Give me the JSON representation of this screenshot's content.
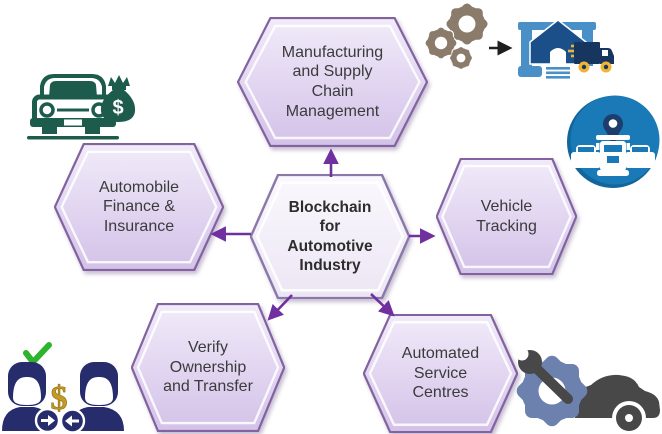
{
  "diagram": {
    "title": "Blockchain for Automotive Industry",
    "center": {
      "label": "Blockchain\nfor\nAutomotive\nIndustry"
    },
    "nodes": [
      {
        "id": "manufacturing",
        "label": "Manufacturing\nand Supply\nChain\nManagement"
      },
      {
        "id": "automobile-finance",
        "label": "Automobile\nFinance &\nInsurance"
      },
      {
        "id": "vehicle-tracking",
        "label": "Vehicle\nTracking"
      },
      {
        "id": "verify-ownership",
        "label": "Verify\nOwnership\nand Transfer"
      },
      {
        "id": "automated-service",
        "label": "Automated\nService\nCentres"
      }
    ],
    "icons": {
      "car_finance": {
        "name": "car-money-bag-icon",
        "symbol": "$"
      },
      "manufacturing_flow": {
        "name": "gears-arrow-warehouse-icon"
      },
      "vehicle_tracking": {
        "name": "fleet-location-pin-icon"
      },
      "ownership_transfer": {
        "name": "people-exchange-icon",
        "symbol": "$"
      },
      "service_centre": {
        "name": "gear-wrench-car-icon"
      }
    },
    "colors": {
      "hex_border": "#83639f",
      "hex_fill_light": "#f1ebf9",
      "hex_fill_dark": "#d3c2e8",
      "center_fill": "#faf8fd",
      "arrow_purple": "#7030a0",
      "text": "#3b3b3b",
      "icon_green": "#1d5c4c",
      "icon_taupe": "#8b7b6a",
      "icon_circle_blue": "#1a79b7",
      "icon_navy": "#272c6d",
      "icon_gold": "#c49b26",
      "icon_check_green": "#2db32d",
      "icon_slate_blue": "#6d81af",
      "icon_dark_gray": "#484848",
      "warehouse_light_blue": "#4a90c8",
      "warehouse_dark_blue": "#1b4f8a",
      "truck_navy": "#16355f",
      "truck_yellow": "#f2b233"
    }
  }
}
